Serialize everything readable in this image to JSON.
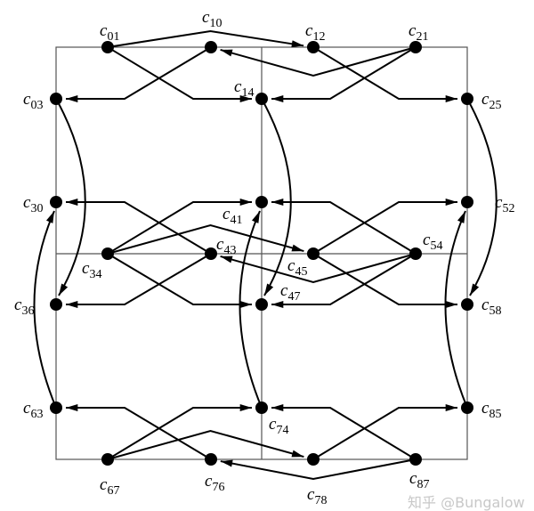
{
  "nodes": [
    {
      "id": "c01",
      "sub": "01"
    },
    {
      "id": "c10",
      "sub": "10"
    },
    {
      "id": "c12",
      "sub": "12"
    },
    {
      "id": "c21",
      "sub": "21"
    },
    {
      "id": "c03",
      "sub": "03"
    },
    {
      "id": "c14",
      "sub": "14"
    },
    {
      "id": "c25",
      "sub": "25"
    },
    {
      "id": "c30",
      "sub": "30"
    },
    {
      "id": "c41",
      "sub": "41"
    },
    {
      "id": "c52",
      "sub": "52"
    },
    {
      "id": "c34",
      "sub": "34"
    },
    {
      "id": "c43",
      "sub": "43"
    },
    {
      "id": "c45",
      "sub": "45"
    },
    {
      "id": "c54",
      "sub": "54"
    },
    {
      "id": "c36",
      "sub": "36"
    },
    {
      "id": "c47",
      "sub": "47"
    },
    {
      "id": "c58",
      "sub": "58"
    },
    {
      "id": "c63",
      "sub": "63"
    },
    {
      "id": "c74",
      "sub": "74"
    },
    {
      "id": "c85",
      "sub": "85"
    },
    {
      "id": "c67",
      "sub": "67"
    },
    {
      "id": "c76",
      "sub": "76"
    },
    {
      "id": "c78",
      "sub": "78"
    },
    {
      "id": "c87",
      "sub": "87"
    }
  ],
  "edges": [
    {
      "from": "c01",
      "to": "c12"
    },
    {
      "from": "c01",
      "to": "c14"
    },
    {
      "from": "c10",
      "to": "c03"
    },
    {
      "from": "c21",
      "to": "c10"
    },
    {
      "from": "c21",
      "to": "c14"
    },
    {
      "from": "c12",
      "to": "c25"
    },
    {
      "from": "c03",
      "to": "c36"
    },
    {
      "from": "c14",
      "to": "c47"
    },
    {
      "from": "c25",
      "to": "c58"
    },
    {
      "from": "c43",
      "to": "c30"
    },
    {
      "from": "c34",
      "to": "c41"
    },
    {
      "from": "c34",
      "to": "c45"
    },
    {
      "from": "c54",
      "to": "c41"
    },
    {
      "from": "c45",
      "to": "c52"
    },
    {
      "from": "c43",
      "to": "c36"
    },
    {
      "from": "c34",
      "to": "c47"
    },
    {
      "from": "c54",
      "to": "c43"
    },
    {
      "from": "c54",
      "to": "c47"
    },
    {
      "from": "c45",
      "to": "c58"
    },
    {
      "from": "c76",
      "to": "c63"
    },
    {
      "from": "c67",
      "to": "c74"
    },
    {
      "from": "c67",
      "to": "c78"
    },
    {
      "from": "c87",
      "to": "c74"
    },
    {
      "from": "c78",
      "to": "c85"
    },
    {
      "from": "c87",
      "to": "c76"
    },
    {
      "from": "c63",
      "to": "c30"
    },
    {
      "from": "c74",
      "to": "c41"
    },
    {
      "from": "c85",
      "to": "c52"
    }
  ],
  "label_prefix": "c",
  "watermark": "知乎 @Bungalow"
}
